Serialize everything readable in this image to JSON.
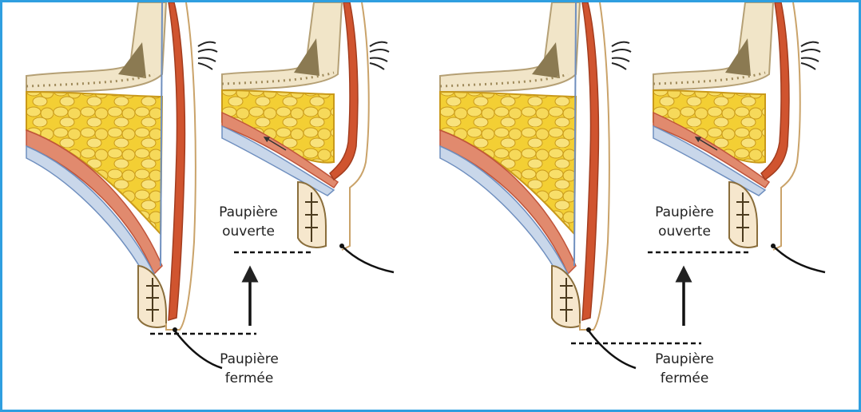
{
  "colors": {
    "frame": "#2f9fe0",
    "fat": "#f3cf34",
    "muscle": "#d0542f",
    "skin": "#f6e7cd",
    "bone": "#f1e5c8",
    "aponeurosis": "#9fb8d8"
  },
  "panels": [
    {
      "open_label": {
        "line1": "Paupière",
        "line2": "ouverte"
      },
      "closed_label": {
        "line1": "Paupière",
        "line2": "fermée"
      }
    },
    {
      "open_label": {
        "line1": "Paupière",
        "line2": "ouverte"
      },
      "closed_label": {
        "line1": "Paupière",
        "line2": "fermée"
      }
    }
  ]
}
